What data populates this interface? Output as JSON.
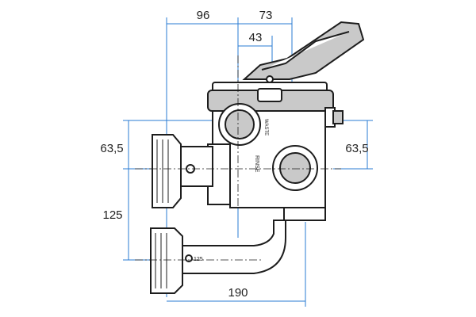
{
  "dimensions": {
    "top_left_width": "96",
    "top_right_width": "73",
    "inner_width": "43",
    "left_height": "63,5",
    "right_height": "63,5",
    "vertical_gap": "125",
    "bottom_width": "190"
  },
  "markings": {
    "front_port": "WASTE",
    "side_body": "RINSE",
    "pipe_label": "125"
  },
  "colors": {
    "dimension_line": "#2a7bd3",
    "outline": "#1d1d1d",
    "shading": "#c9c9c9"
  }
}
